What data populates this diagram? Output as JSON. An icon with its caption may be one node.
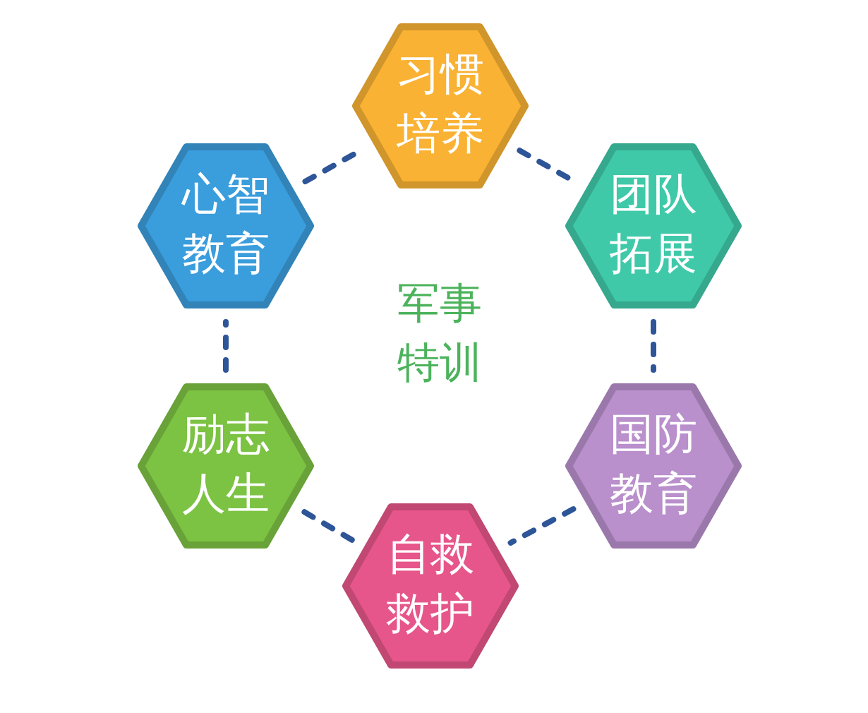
{
  "diagram": {
    "nodes": [
      {
        "text": [
          "习惯培养"
        ]
      },
      {
        "text": [
          "团队拓展"
        ]
      },
      {
        "text": [
          "国防教育"
        ]
      },
      {
        "text": [
          "自救救护"
        ]
      },
      {
        "text": [
          "励志人生"
        ]
      },
      {
        "text": [
          "心智教育"
        ]
      }
    ],
    "edges": [
      {
        "from": 0,
        "to": 1,
        "arrow": "none",
        "style": "dashed"
      },
      {
        "from": 1,
        "to": 2,
        "arrow": "none",
        "style": "dashed"
      },
      {
        "from": 2,
        "to": 3,
        "arrow": "none",
        "style": "dashed"
      },
      {
        "from": 3,
        "to": 4,
        "arrow": "none",
        "style": "dashed"
      },
      {
        "from": 4,
        "to": 5,
        "arrow": "none",
        "style": "dashed"
      },
      {
        "from": 5,
        "to": 0,
        "arrow": "none",
        "style": "dashed"
      }
    ],
    "labels": [
      "军事特训"
    ]
  }
}
